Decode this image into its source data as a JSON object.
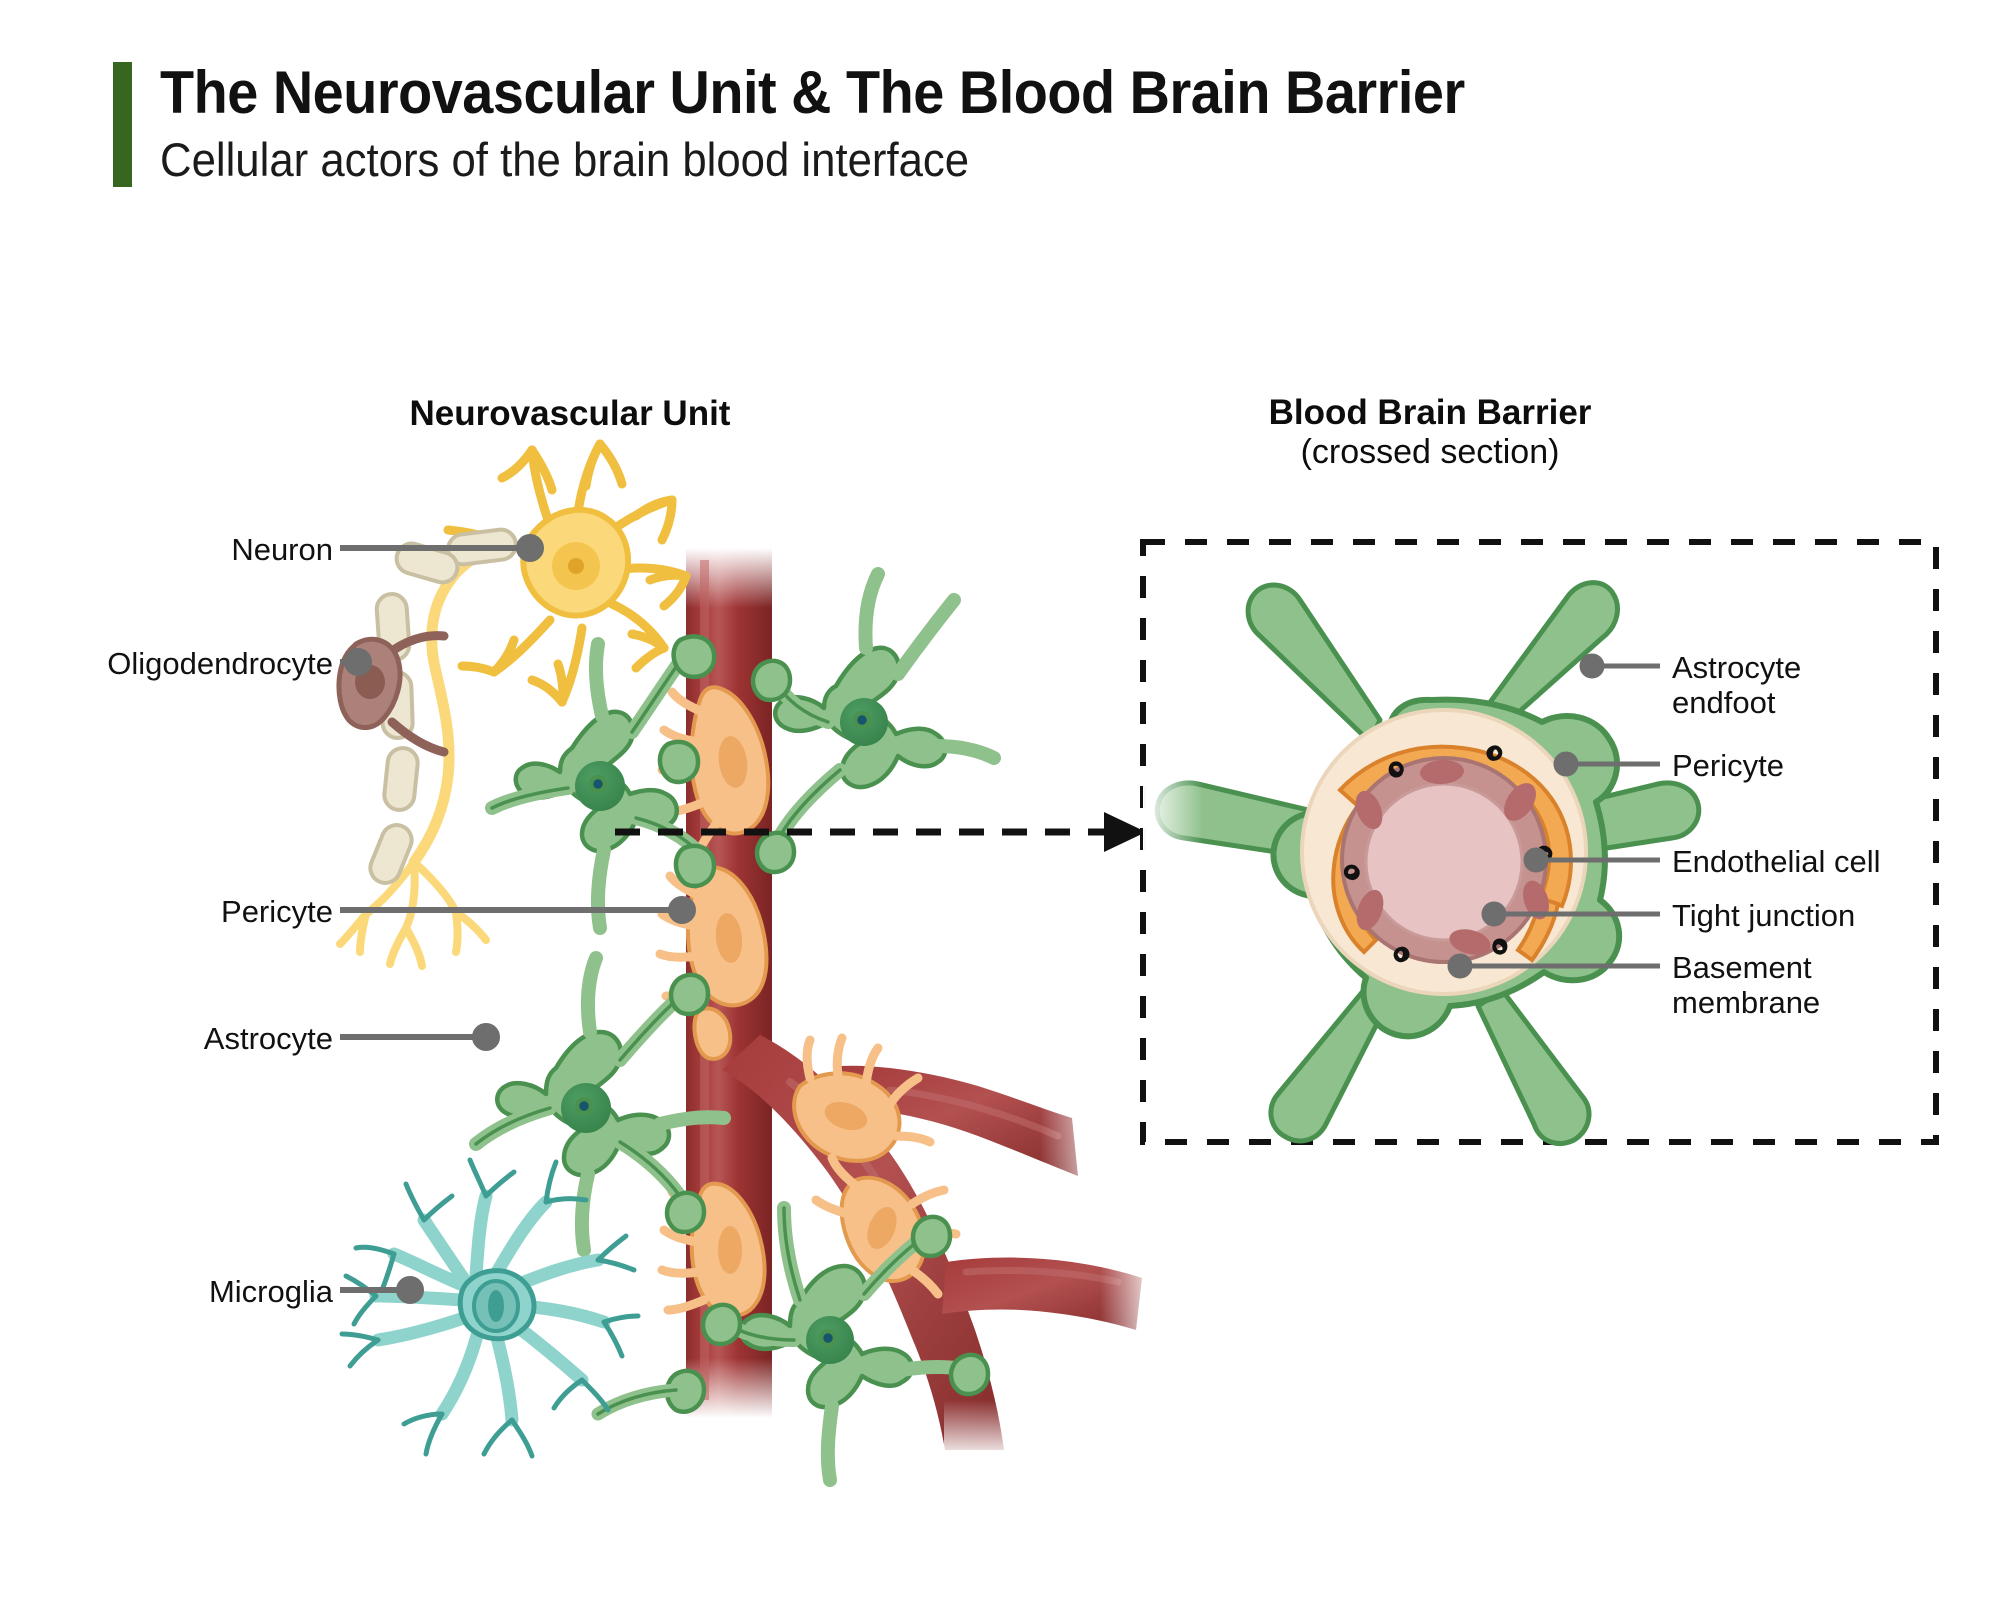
{
  "header": {
    "title": "The Neurovascular Unit & The Blood Brain Barrier",
    "subtitle": "Cellular actors of the brain blood interface",
    "accent_color": "#366620"
  },
  "panels": {
    "left": {
      "heading": "Neurovascular Unit"
    },
    "right": {
      "heading_line1": "Blood Brain Barrier",
      "heading_line2": "(crossed section)"
    }
  },
  "left_labels": [
    {
      "id": "neuron",
      "text": "Neuron"
    },
    {
      "id": "oligodendrocyte",
      "text": "Oligodendrocyte"
    },
    {
      "id": "pericyte",
      "text": "Pericyte"
    },
    {
      "id": "astrocyte",
      "text": "Astrocyte"
    },
    {
      "id": "microglia",
      "text": "Microglia"
    }
  ],
  "right_labels": [
    {
      "id": "astrocyte-endfoot",
      "line1": "Astrocyte",
      "line2": "endfoot"
    },
    {
      "id": "pericyte",
      "line1": "Pericyte",
      "line2": ""
    },
    {
      "id": "endothelial-cell",
      "line1": "Endothelial cell",
      "line2": ""
    },
    {
      "id": "tight-junction",
      "line1": "Tight junction",
      "line2": ""
    },
    {
      "id": "basement-membrane",
      "line1": "Basement",
      "line2": "membrane"
    }
  ],
  "colors": {
    "neuron_fill": "#FBD97B",
    "neuron_stroke": "#F0BF3F",
    "oligodendrocyte_fill": "#AC8179",
    "oligodendrocyte_stroke": "#8E6259",
    "myelin_fill": "#EDE6D1",
    "myelin_stroke": "#C9BFA3",
    "astrocyte_fill": "#8FC18C",
    "astrocyte_stroke": "#4A9150",
    "astrocyte_nucleus": "#3D8B50",
    "microglia_fill": "#8FD4CC",
    "microglia_stroke": "#3F9E94",
    "vessel_fill": "#9E3434",
    "vessel_dark": "#7E2626",
    "vessel_light": "#B45252",
    "pericyte_fill": "#F7C088",
    "pericyte_stroke": "#E39A4E",
    "basement_fill": "#F8E7D2",
    "endothelium_fill": "#C6928F",
    "endothelium_nucleus": "#B56B6B",
    "lumen_fill": "#E7C3C4",
    "leader_line": "#6E6E6E"
  }
}
